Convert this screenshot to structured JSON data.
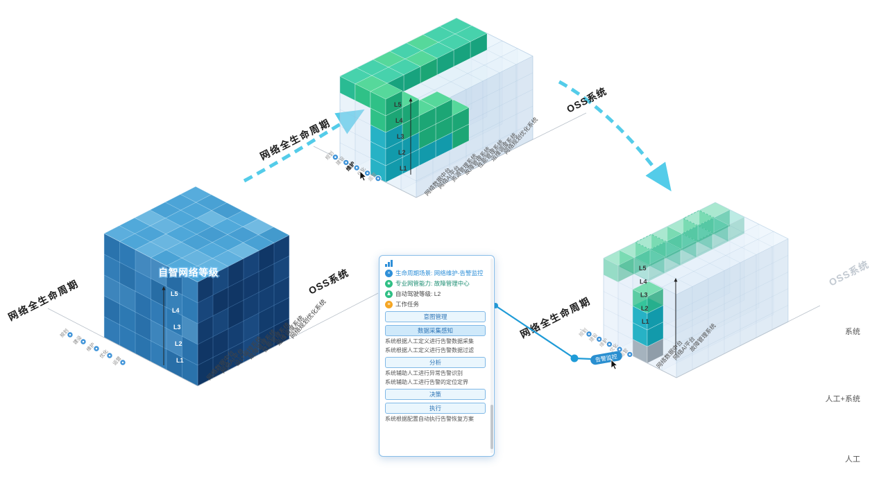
{
  "shared": {
    "lifecycle_axis": "网络全生命周期",
    "oss_axis": "OSS系统",
    "levels": [
      "L5",
      "L4",
      "L3",
      "L2",
      "L1"
    ],
    "phases": [
      "规划",
      "建设",
      "维护",
      "优化",
      "运营"
    ]
  },
  "cubes": {
    "left": {
      "title": "自智网络等级",
      "systems": [
        "网络数据中台",
        "网络AI平台",
        "设计编排系统",
        "故障管理系统",
        "性能管理系统",
        "运维调度系统",
        "网络规划优化系统"
      ]
    },
    "top": {
      "systems": [
        "网络数据中台",
        "网络AI平台",
        "资源管理系统",
        "故障管理系统",
        "性能管理系统",
        "运维调度系统",
        "网络规划优化系统"
      ],
      "highlighted_phase": "维护"
    },
    "right": {
      "systems": [
        "网络数据中台",
        "网络AI平台",
        "故障管理系统"
      ],
      "task_badge": "告警监控"
    }
  },
  "legend": {
    "items": [
      "系统",
      "人工+系统",
      "人工"
    ]
  },
  "popup": {
    "rows": [
      {
        "label": "生命周期场景: 网络维护-告警监控"
      },
      {
        "label": "专业网管能力: 故障管理中心"
      },
      {
        "label": "自动驾驶等级: L2"
      },
      {
        "label": "工作任务"
      }
    ],
    "sections": [
      {
        "button": "意图管理",
        "lines": []
      },
      {
        "button": "数据采集感知",
        "lines": [
          "系统根据人工定义进行告警数据采集",
          "系统根据人工定义进行告警数据过滤"
        ]
      },
      {
        "button": "分析",
        "lines": [
          "系统辅助人工进行异常告警识别",
          "系统辅助人工进行告警的定位定界"
        ]
      },
      {
        "button": "决策",
        "lines": []
      },
      {
        "button": "执行",
        "lines": [
          "系统根据配置自动执行告警恢复方案"
        ]
      }
    ]
  },
  "colors": {
    "accent_cyan": "#46c8e8",
    "accent_blue": "#1f9bd7",
    "cube_blue": "#2e7ab5",
    "green": "#3ecf92",
    "teal": "#27b6c6"
  }
}
